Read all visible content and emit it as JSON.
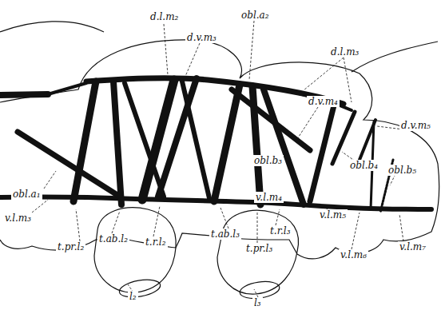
{
  "diagram": {
    "labels": [
      "d.l.m₂",
      "d.v.m₃",
      "obl.a₂",
      "d.l.m₃",
      "d.v.m₄",
      "d.v.m₅",
      "obl.a₁",
      "obl.b₃",
      "obl.b₄",
      "obl.b₅",
      "v.l.m₃",
      "v.l.m₄",
      "v.l.m₅",
      "v.l.m₆",
      "v.l.m₇",
      "t.pr.l₂",
      "t.ab.l₂",
      "t.r.l₂",
      "t.ab.l₃",
      "t.pr.l₃",
      "t.r.l₃",
      "l₂",
      "l₃"
    ]
  }
}
